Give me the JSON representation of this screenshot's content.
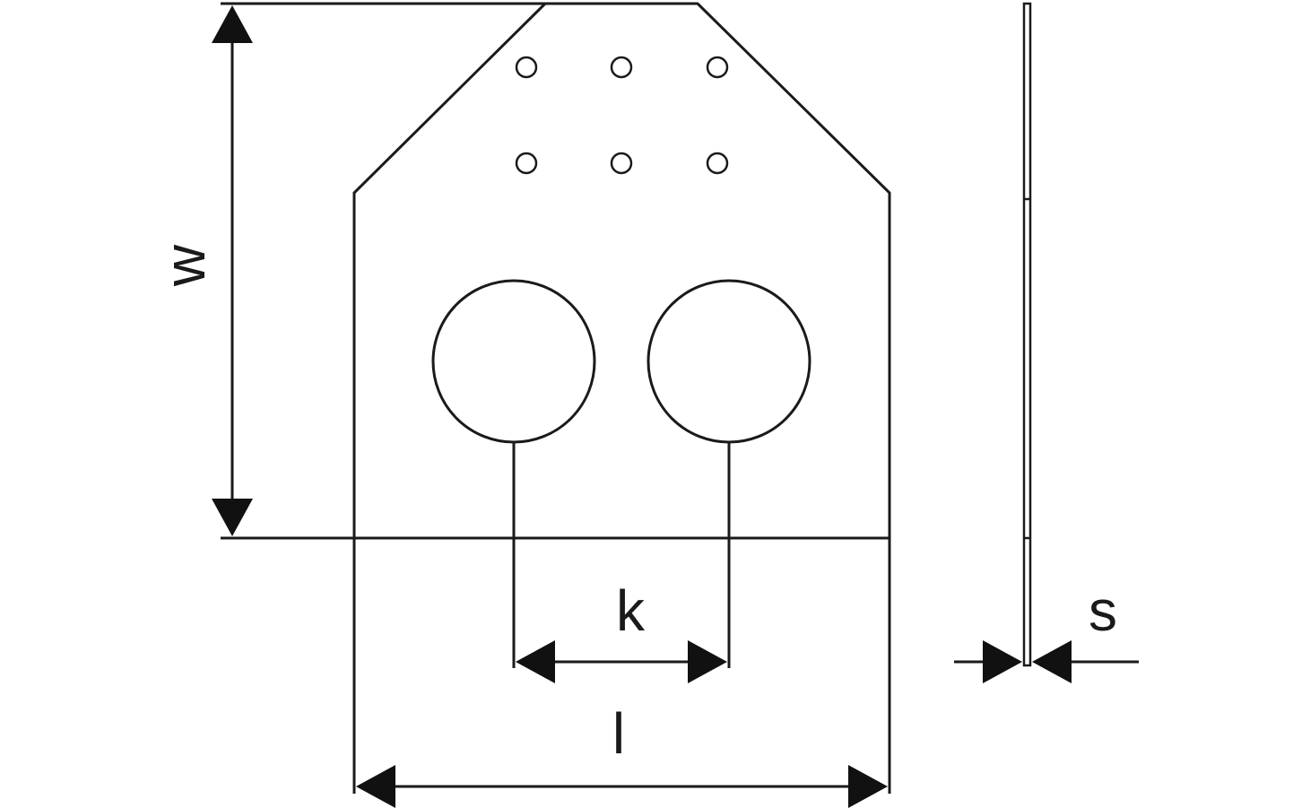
{
  "diagram": {
    "labels": {
      "width": "w",
      "hole_spacing": "k",
      "length": "l",
      "thickness": "s"
    },
    "small_hole_count": 6,
    "large_hole_count": 2
  }
}
